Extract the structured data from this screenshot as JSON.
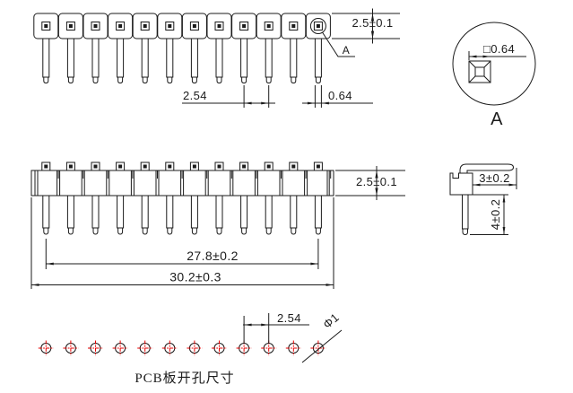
{
  "pin_count": 12,
  "colors": {
    "line": "#1b1b1b",
    "center_mark": "#e60000"
  },
  "views": {
    "top": {
      "dim_height": "2.5±0.1",
      "dim_pitch": "2.54",
      "dim_pin_width": "0.64",
      "detail_ref": "A"
    },
    "detail_a": {
      "dim_square": "□0.64",
      "label": "A"
    },
    "front": {
      "dim_height": "2.5±0.1",
      "dim_pin_span": "27.8±0.2",
      "dim_total_length": "30.2±0.3"
    },
    "side": {
      "dim_mating_length": "3±0.2",
      "dim_solder_length": "4±0.2"
    },
    "pcb": {
      "dim_pitch": "2.54",
      "dim_hole_diameter": "Φ1",
      "caption": "PCB板开孔尺寸"
    }
  }
}
